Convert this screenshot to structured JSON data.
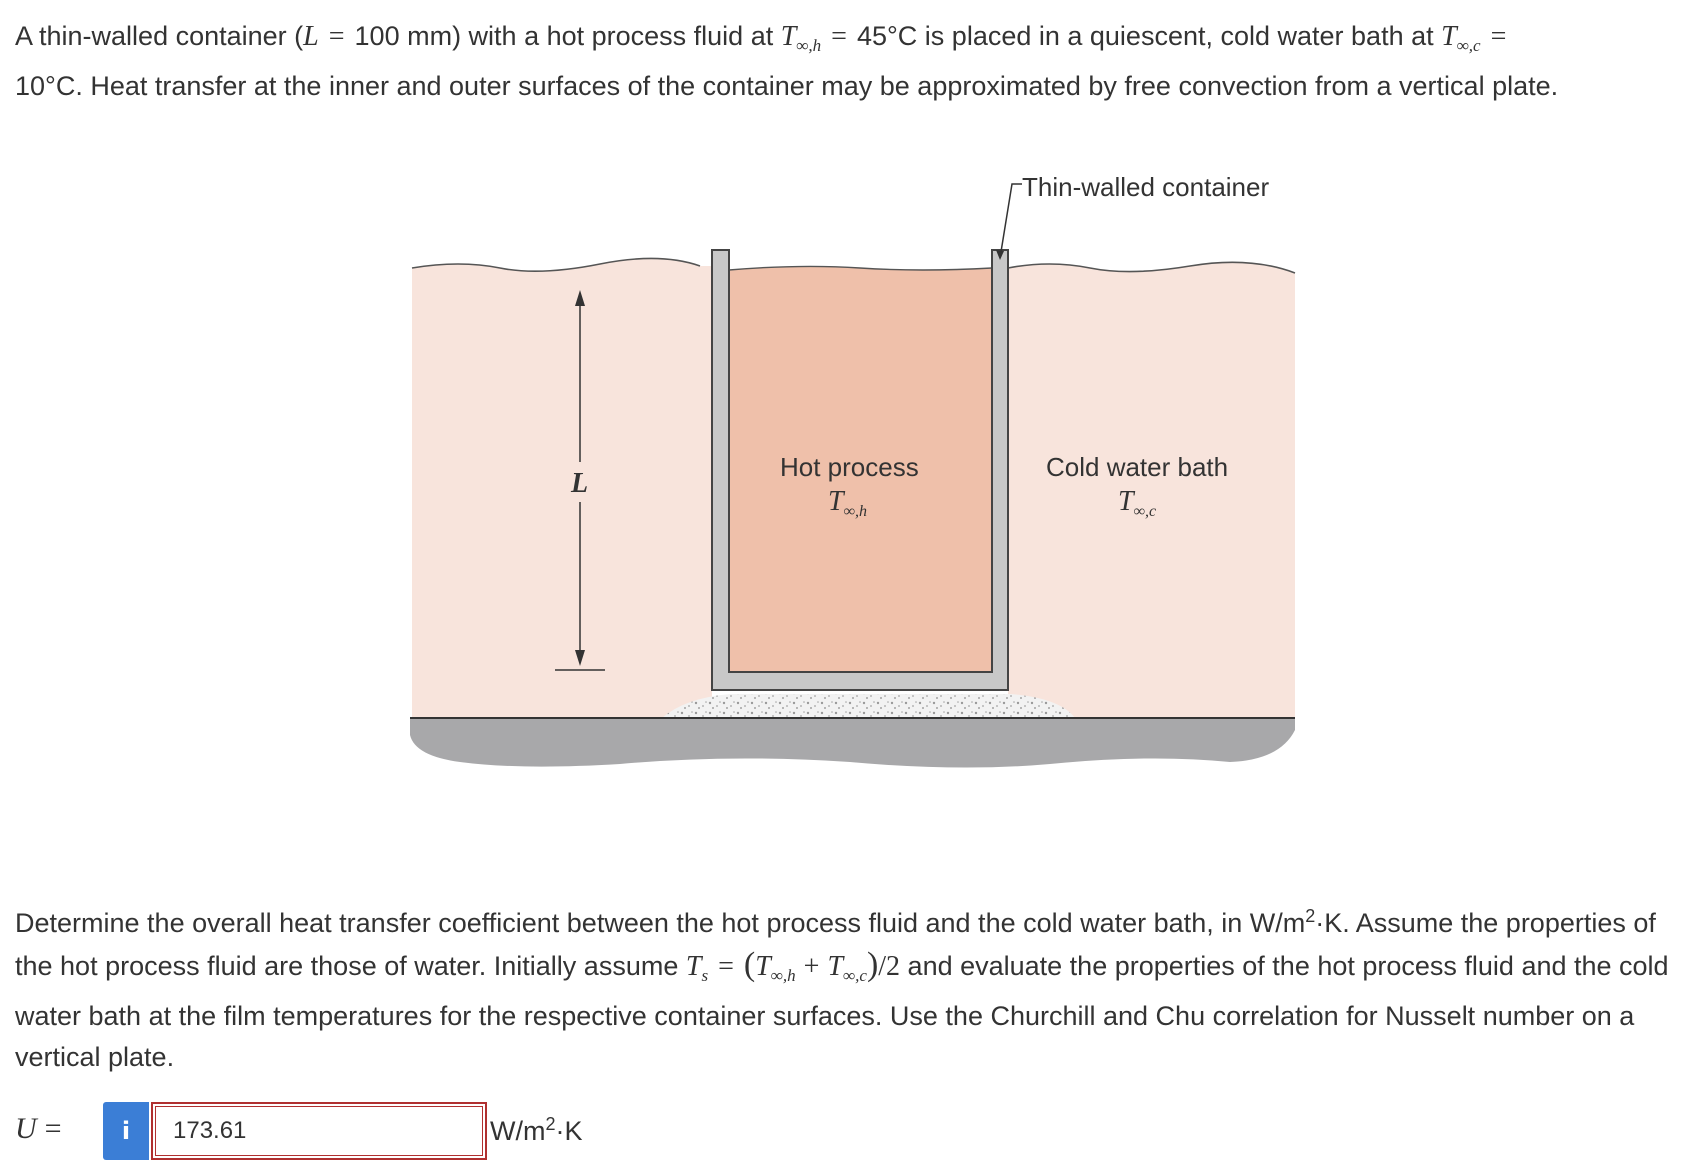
{
  "intro": {
    "p1": "A thin-walled container (",
    "L_sym": "L",
    "eq": "=",
    "L_val": "100 mm) with a hot process fluid at ",
    "T_sym": "T",
    "h_sub": "∞,h",
    "T_h_val": "45°C is placed in a quiescent, cold water bath at ",
    "c_sub": "∞,c",
    "line2": "10°C. Heat transfer at the inner and outer surfaces of the container may be approximated by free convection from a vertical plate."
  },
  "figure": {
    "container_label": "Thin-walled container",
    "hot_label": "Hot process",
    "hot_temp": "T",
    "hot_sub": "∞,h",
    "cold_label": "Cold water bath",
    "cold_temp": "T",
    "cold_sub": "∞,c",
    "length_label": "L",
    "colors": {
      "bath": "#f8e4dc",
      "hot_fluid": "#efc0aa",
      "wall": "#c8c8c8",
      "ground": "#a8a8aa"
    }
  },
  "question": {
    "s1": "Determine the overall heat transfer coefficient between the hot process fluid and the cold water bath, in W/m",
    "s1_sup": "2",
    "s1b": "·K. Assume the properties of the hot process fluid are those of water. Initially assume ",
    "Ts": "T",
    "s_sub": "s",
    "eq": "=",
    "lparen": "(",
    "Th": "T",
    "h_sub": "∞,h",
    "plus": "+",
    "Tc": "T",
    "c_sub": "∞,c",
    "rparen": ")",
    "div2": "/2",
    "s2": " and evaluate the properties of the hot process fluid and the cold water bath at the film temperatures for the respective container surfaces. Use the Churchill and Chu correlation for Nusselt number on a vertical plate."
  },
  "answer": {
    "label": "U",
    "eq": "=",
    "info_icon": "i",
    "value": "173.61",
    "unit": "W/m",
    "unit_sup": "2",
    "unit_tail": "·K"
  }
}
